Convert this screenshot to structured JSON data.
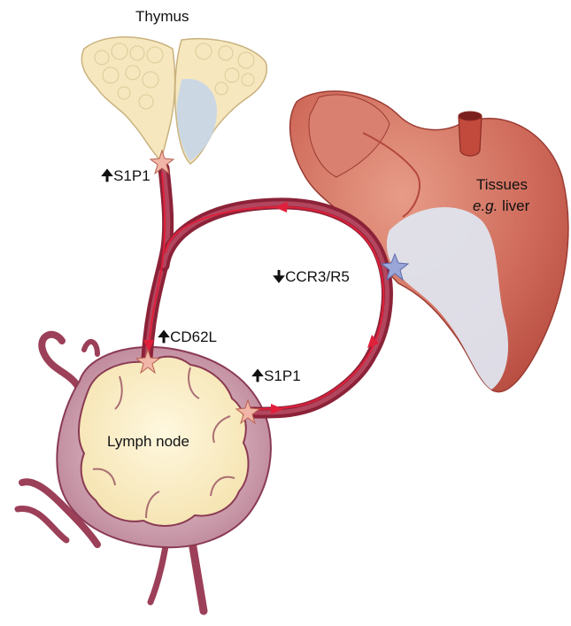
{
  "labels": {
    "thymus": "Thymus",
    "s1p1_thymus": "S1P1",
    "ccr": "CCR3/R5",
    "cd62l": "CD62L",
    "s1p1_node": "S1P1",
    "lymph_node": "Lymph node",
    "tissues": "Tissues",
    "eg": "e.g.",
    "liver": "liver"
  },
  "arrows": {
    "up": "🠉",
    "down": "🠋"
  },
  "colors": {
    "vessel": "#a8324a",
    "vessel_dark": "#7a1f33",
    "flow_arrow": "#d4203a",
    "thymus_fill": "#f6e7bf",
    "thymus_blue": "#c9d6e6",
    "liver_fill": "#cf6a5a",
    "liver_light": "#dfe4ee",
    "node_fill": "#fbf1d0",
    "node_capsule": "#b98a9a",
    "star_pink": "#f1b6a7",
    "star_blue": "#9aa6d8"
  }
}
